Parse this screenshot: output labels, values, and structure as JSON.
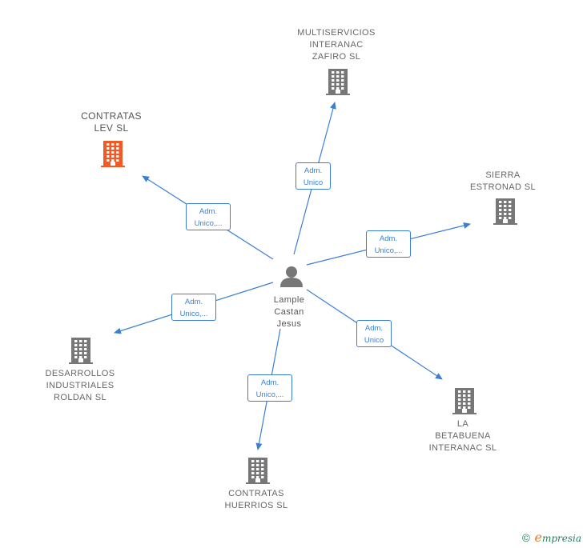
{
  "center": {
    "name": "Lample\nCastan\nJesus",
    "icon": "person-icon"
  },
  "companies": [
    {
      "id": "contratas-lev",
      "name": "CONTRATAS\nLEV  SL",
      "highlight": true,
      "icon": "building-icon"
    },
    {
      "id": "multiservicios",
      "name": "MULTISERVICIOS\nINTERANAC\nZAFIRO SL",
      "highlight": false,
      "icon": "building-icon"
    },
    {
      "id": "sierra",
      "name": "SIERRA\nESTRONAD  SL",
      "highlight": false,
      "icon": "building-icon"
    },
    {
      "id": "desarrollos",
      "name": "DESARROLLOS\nINDUSTRIALES\nROLDAN  SL",
      "highlight": false,
      "icon": "building-icon"
    },
    {
      "id": "la-betabuena",
      "name": "LA\nBETABUENA\nINTERANAC SL",
      "highlight": false,
      "icon": "building-icon"
    },
    {
      "id": "contratas-huerrios",
      "name": "CONTRATAS\nHUERRIOS  SL",
      "highlight": false,
      "icon": "building-icon"
    }
  ],
  "relations": [
    {
      "to": "contratas-lev",
      "label": "Adm.\nUnico,..."
    },
    {
      "to": "multiservicios",
      "label": "Adm.\nUnico"
    },
    {
      "to": "sierra",
      "label": "Adm.\nUnico,..."
    },
    {
      "to": "desarrollos",
      "label": "Adm.\nUnico,..."
    },
    {
      "to": "la-betabuena",
      "label": "Adm.\nUnico"
    },
    {
      "to": "contratas-huerrios",
      "label": "Adm.\nUnico,..."
    }
  ],
  "colors": {
    "edge": "#3b7fd4",
    "building": "#777777",
    "highlight": "#f05a28",
    "person": "#777777"
  },
  "footer": {
    "copyright": "©",
    "brand_initial": "e",
    "brand_rest": "mpresia"
  }
}
